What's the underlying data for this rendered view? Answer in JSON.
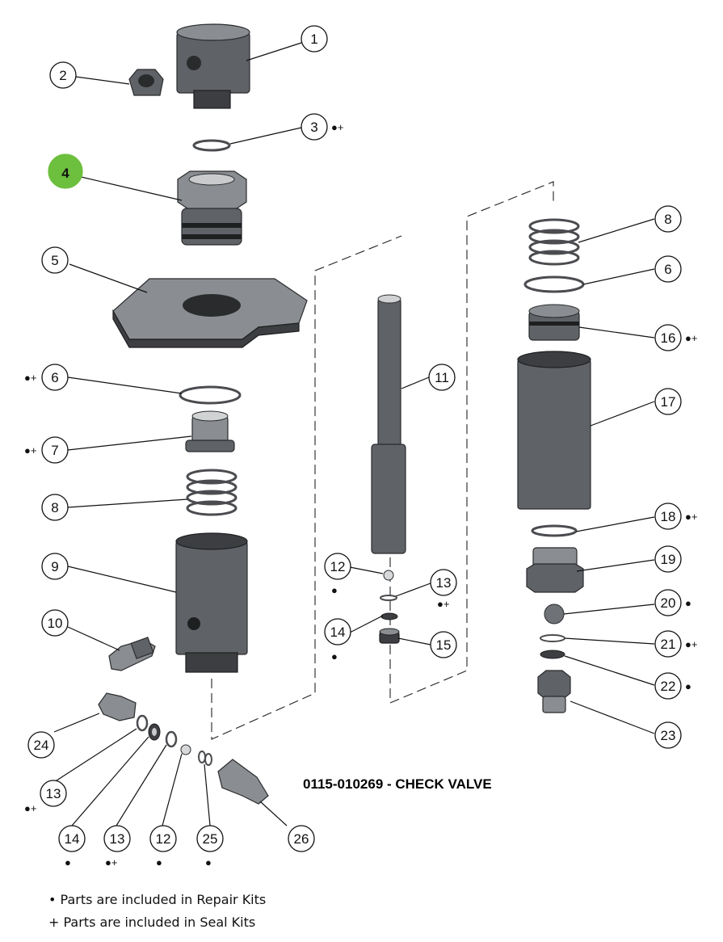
{
  "title": "0115-010269 - CHECK VALVE",
  "legend": {
    "repair_kits": "• Parts are included in Repair Kits",
    "seal_kits": "+ Parts are included in Seal Kits"
  },
  "highlight_color": "#6dbf3e",
  "callouts": [
    {
      "id": "c1",
      "label": "1",
      "mark": ""
    },
    {
      "id": "c2",
      "label": "2",
      "mark": ""
    },
    {
      "id": "c3",
      "label": "3",
      "mark": "●+"
    },
    {
      "id": "c4",
      "label": "4",
      "mark": "",
      "highlight": true
    },
    {
      "id": "c5",
      "label": "5",
      "mark": ""
    },
    {
      "id": "c6a",
      "label": "6",
      "mark": "●+"
    },
    {
      "id": "c7",
      "label": "7",
      "mark": "●+"
    },
    {
      "id": "c8a",
      "label": "8",
      "mark": ""
    },
    {
      "id": "c9",
      "label": "9",
      "mark": ""
    },
    {
      "id": "c10",
      "label": "10",
      "mark": ""
    },
    {
      "id": "c11",
      "label": "11",
      "mark": ""
    },
    {
      "id": "c12a",
      "label": "12",
      "mark": "●"
    },
    {
      "id": "c13a",
      "label": "13",
      "mark": "●+"
    },
    {
      "id": "c14a",
      "label": "14",
      "mark": "●"
    },
    {
      "id": "c15",
      "label": "15",
      "mark": ""
    },
    {
      "id": "c8b",
      "label": "8",
      "mark": ""
    },
    {
      "id": "c6b",
      "label": "6",
      "mark": ""
    },
    {
      "id": "c16",
      "label": "16",
      "mark": "●+"
    },
    {
      "id": "c17",
      "label": "17",
      "mark": ""
    },
    {
      "id": "c18",
      "label": "18",
      "mark": "●+"
    },
    {
      "id": "c19",
      "label": "19",
      "mark": ""
    },
    {
      "id": "c20",
      "label": "20",
      "mark": "●"
    },
    {
      "id": "c21",
      "label": "21",
      "mark": "●+"
    },
    {
      "id": "c22",
      "label": "22",
      "mark": "●"
    },
    {
      "id": "c23",
      "label": "23",
      "mark": ""
    },
    {
      "id": "c24",
      "label": "24",
      "mark": ""
    },
    {
      "id": "c13b",
      "label": "13",
      "mark": "●+"
    },
    {
      "id": "c14b",
      "label": "14",
      "mark": "●"
    },
    {
      "id": "c13c",
      "label": "13",
      "mark": "●+"
    },
    {
      "id": "c12b",
      "label": "12",
      "mark": "●"
    },
    {
      "id": "c25",
      "label": "25",
      "mark": "●"
    },
    {
      "id": "c26",
      "label": "26",
      "mark": ""
    }
  ]
}
